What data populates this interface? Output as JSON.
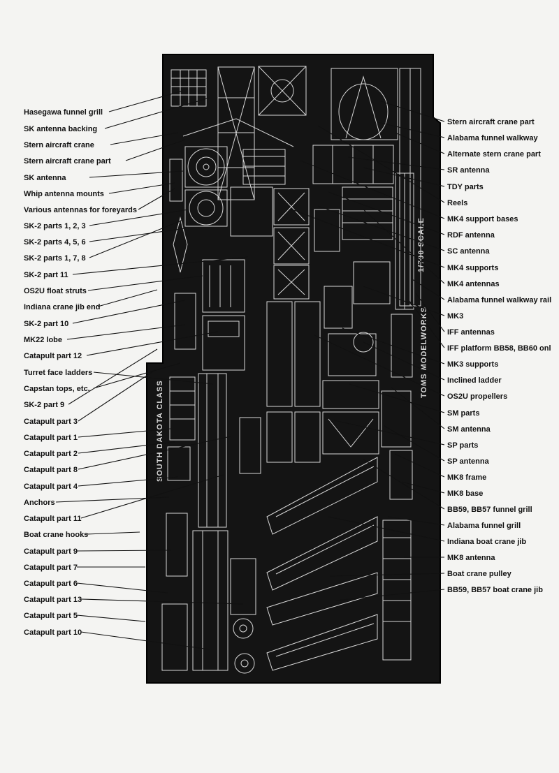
{
  "sheet": {
    "colors": {
      "fret": "#141414",
      "part": "#d7d7d7",
      "label": "#111111",
      "paper": "#f4f4f2"
    },
    "vertical_texts": [
      {
        "id": "ship-name",
        "text": "SOUTH DAKOTA CLASS"
      },
      {
        "id": "scale",
        "text": "1/700 SCALE"
      },
      {
        "id": "maker",
        "text": "TOMS MODELWORKS"
      }
    ]
  },
  "labels_left": [
    "Hasegawa funnel grill",
    "SK antenna backing",
    "Stern aircraft crane",
    "Stern aircraft crane part",
    "SK antenna",
    "Whip antenna mounts",
    "Various antennas for foreyards",
    "SK-2 parts 1, 2, 3",
    "SK-2 parts 4, 5, 6",
    "SK-2 parts 1, 7, 8",
    "SK-2 part 11",
    "OS2U float struts",
    "Indiana crane jib end",
    "SK-2 part 10",
    "MK22 lobe",
    "Catapult part 12",
    "Turret face ladders",
    "Capstan tops, etc.",
    "SK-2 part 9",
    "Catapult part 3",
    "Catapult part 1",
    "Catapult part 2",
    "Catapult part 8",
    "Catapult part 4",
    "Anchors",
    "Catapult part 11",
    "Boat crane hooks",
    "Catapult part 9",
    "Catapult part 7",
    "Catapult part 6",
    "Catapult part 13",
    "Catapult part 5",
    "Catapult part 10"
  ],
  "labels_right": [
    "Stern aircraft crane part",
    "Alabama funnel walkway",
    "Alternate stern crane part",
    "SR antenna",
    "TDY parts",
    "Reels",
    "MK4 support bases",
    "RDF antenna",
    "SC antenna",
    "MK4 supports",
    "MK4 antennas",
    "Alabama funnel walkway rail",
    "MK3",
    "IFF antennas",
    "IFF platform BB58, BB60 onl",
    "MK3 supports",
    "Inclined ladder",
    "OS2U propellers",
    "SM parts",
    "SM antenna",
    "SP parts",
    "SP antenna",
    "MK8 frame",
    "MK8 base",
    "BB59, BB57 funnel grill",
    "Alabama funnel grill",
    "Indiana boat crane jib",
    "MK8 antenna",
    "Boat crane pulley",
    "BB59, BB57 boat crane jib"
  ]
}
